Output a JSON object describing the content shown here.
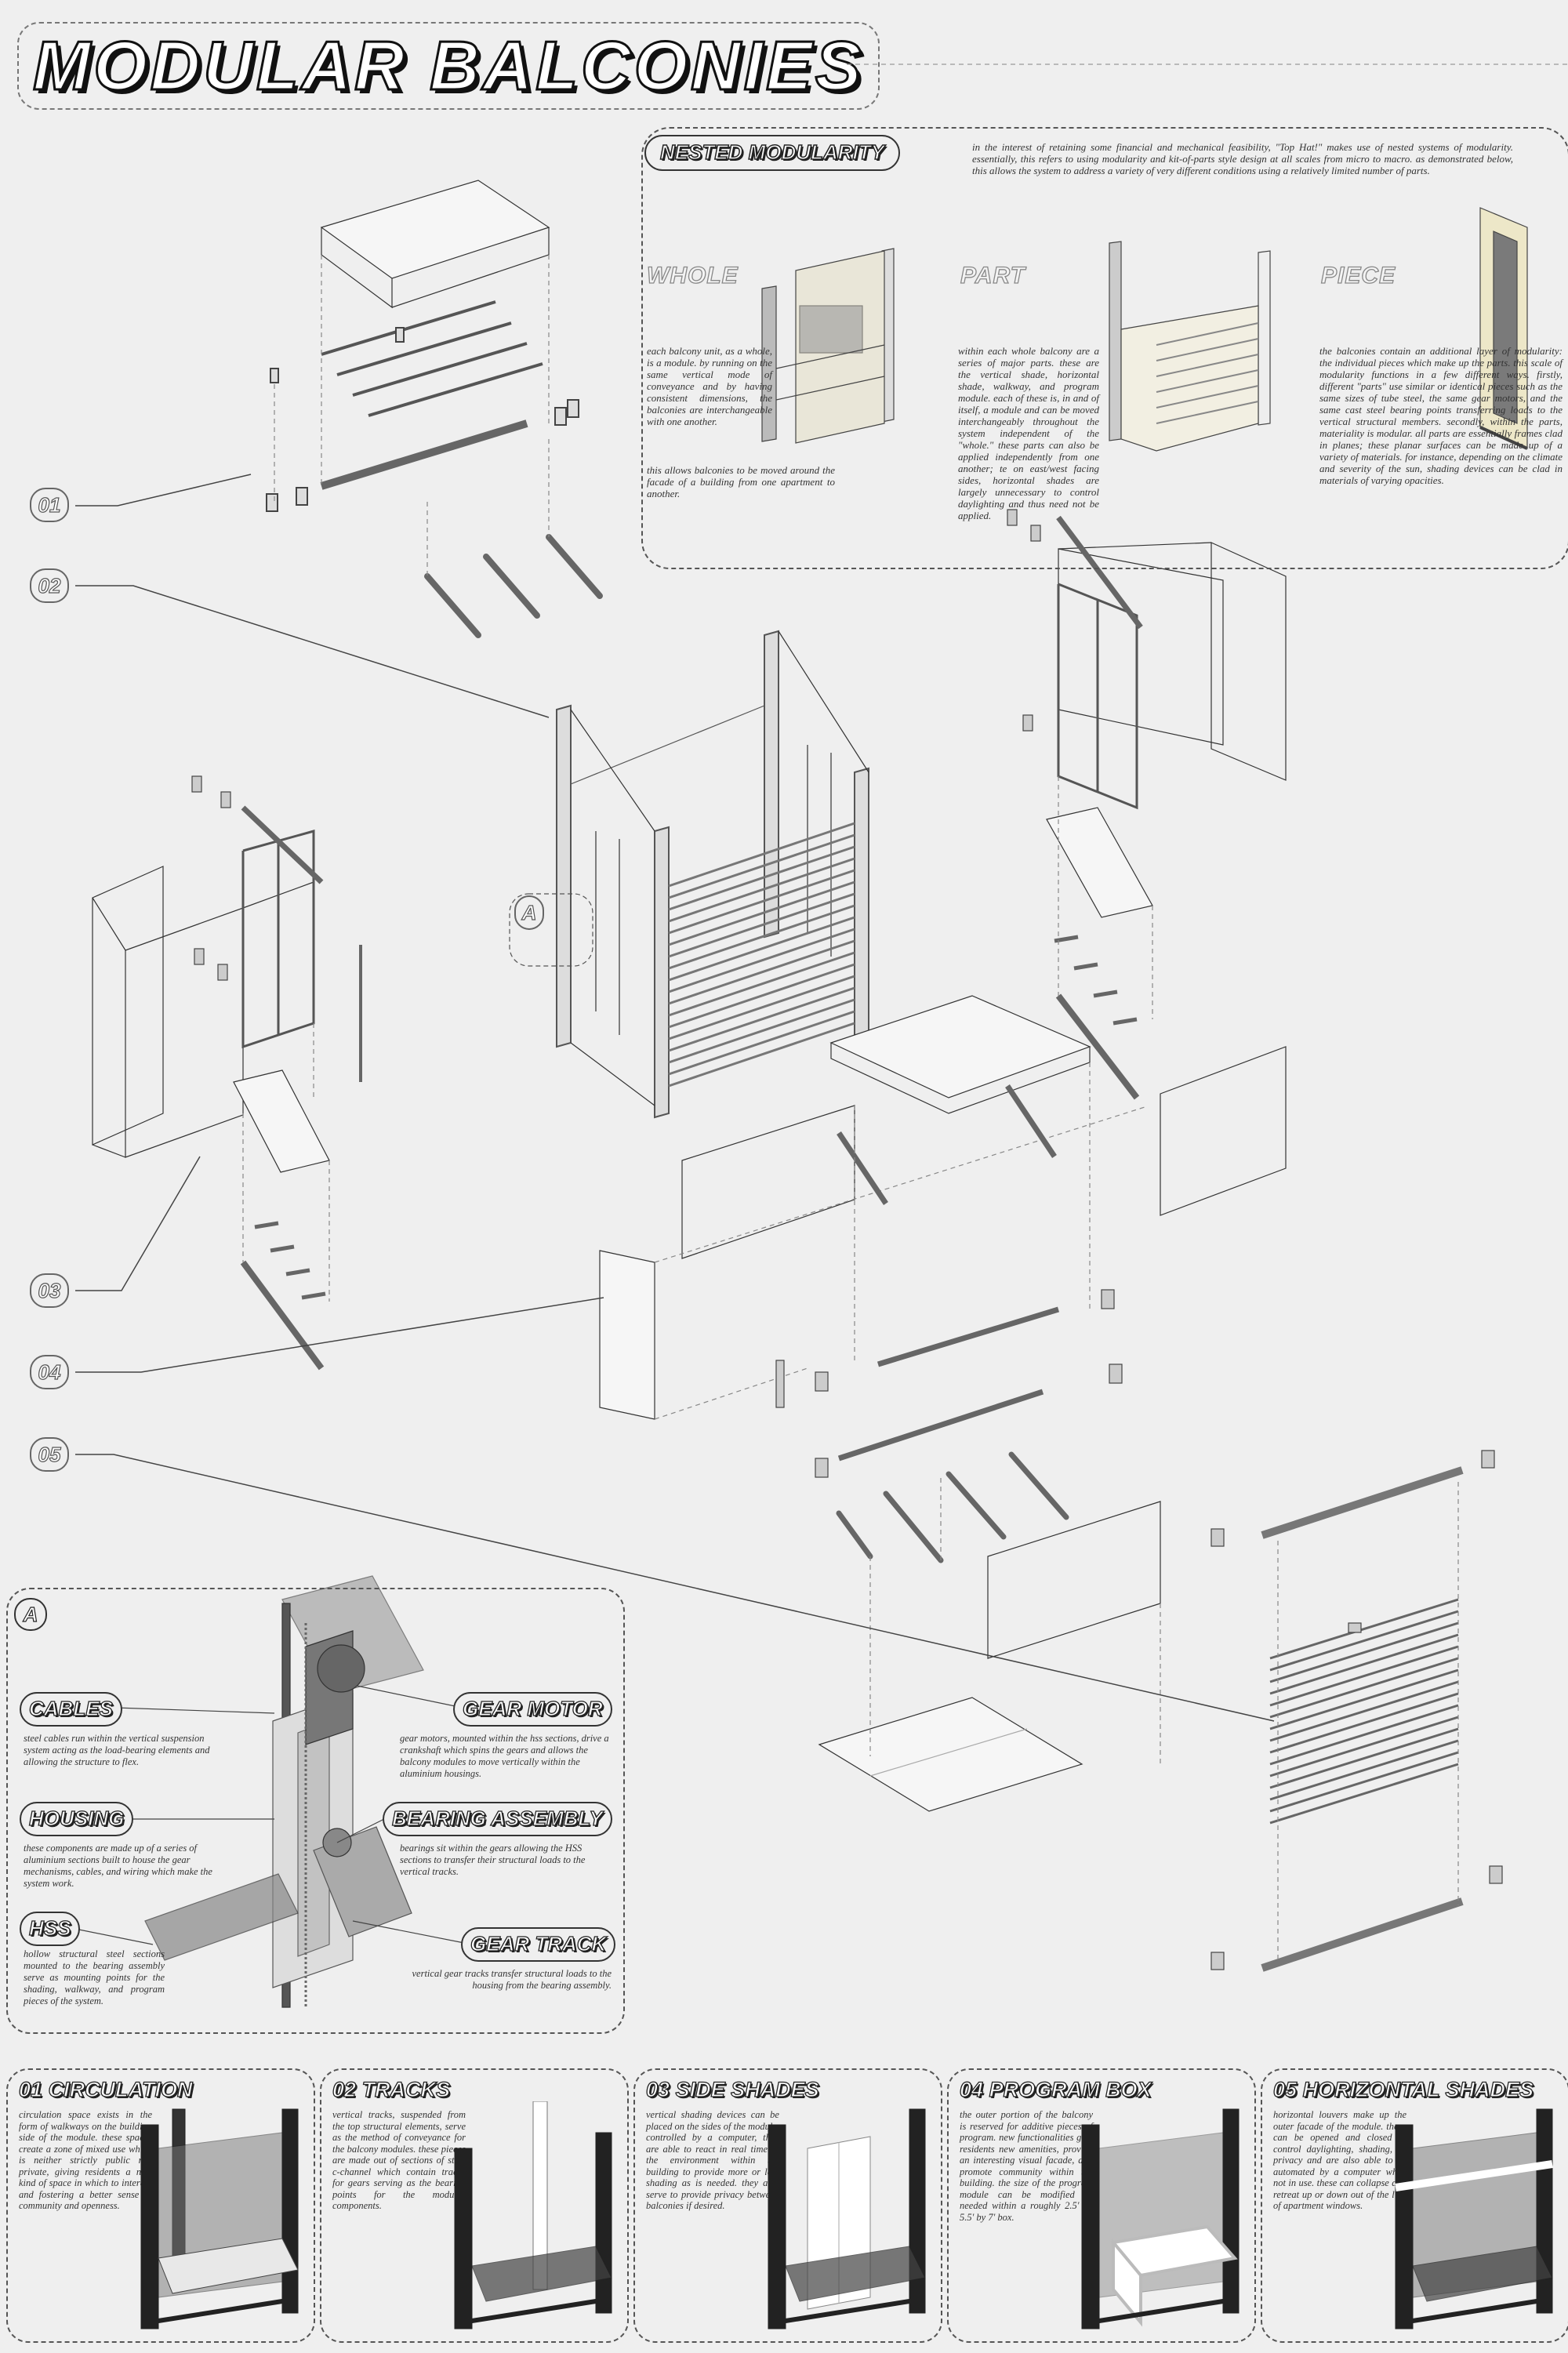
{
  "title": "MODULAR BALCONIES",
  "nested": {
    "heading": "NESTED MODULARITY",
    "intro": "in the interest of retaining some financial and mechanical feasibility, \"Top Hat!\" makes use of nested systems of modularity. essentially, this refers to using modularity and kit-of-parts style design at all scales from micro to macro. as demonstrated below, this allows the system to address a variety of very different conditions using a relatively limited number of parts.",
    "whole_label": "WHOLE",
    "whole_text": "each balcony unit, as a whole, is a module. by running on the same vertical mode of conveyance and by having consistent dimensions, the balconies are interchangeable with one another.",
    "whole_text2": "this allows balconies to be moved around the facade of a building from one apartment to another.",
    "part_label": "PART",
    "part_text": "within each whole balcony are a series of major parts. these are the vertical shade, horizontal shade, walkway, and program module. each of these is, in and of itself, a module and can be moved interchangeably throughout the system independent of the \"whole.\" these parts can also be applied independently from one another; te on east/west facing sides, horizontal shades are largely unnecessary to control daylighting and thus need not be applied.",
    "piece_label": "PIECE",
    "piece_text": "the balconies contain an additional layer of modularity: the individual pieces which make up the parts. this scale of modularity functions in a few different ways. firstly, different \"parts\" use similar or identical pieces such as the same sizes of tube steel, the same gear motors, and the same cast steel bearing points transferring loads to the vertical structural members. secondly, within the parts, materiality is modular. all parts are essentially frames clad in planes; these planar surfaces can be made up of a variety of materials. for instance, depending on the climate and severity of the sun, shading devices can be clad in materials of varying opacities."
  },
  "callouts": [
    "01",
    "02",
    "03",
    "04",
    "05"
  ],
  "detail_marker": "A",
  "detail": {
    "marker": "A",
    "cables_label": "CABLES",
    "cables_text": "steel cables run within the vertical suspension system acting as the load-bearing elements and allowing the structure to flex.",
    "housing_label": "HOUSING",
    "housing_text": "these components are made up of a series of aluminium sections built to house the gear mechanisms, cables, and wiring which make the system work.",
    "hss_label": "HSS",
    "hss_text": "hollow structural steel sections mounted to the bearing assembly serve as mounting points for the shading, walkway, and program pieces of the system.",
    "gear_motor_label": "GEAR MOTOR",
    "gear_motor_text": "gear motors, mounted within the hss sections, drive a crankshaft which spins the gears and allows the balcony modules to move vertically within the aluminium housings.",
    "bearing_label": "BEARING ASSEMBLY",
    "bearing_text": "bearings sit within the gears allowing the HSS sections to transfer their structural loads to the vertical tracks.",
    "gear_track_label": "GEAR TRACK",
    "gear_track_text": "vertical gear tracks transfer structural loads to the housing from the bearing assembly."
  },
  "bottom": [
    {
      "num": "01",
      "name": "CIRCULATION",
      "text": "circulation space exists in the form of walkways on the building side of the module. these spaces create a zone of mixed use which is neither strictly public nor private, giving residents a new kind of space in which to interact and fostering a better sense of community and openness."
    },
    {
      "num": "02",
      "name": "TRACKS",
      "text": "vertical tracks, suspended from the top structural elements, serve as the method of conveyance for the balcony modules. these pieces are made out of sections of steel c-channel which contain tracks for gears serving as the bearing points for the modular components."
    },
    {
      "num": "03",
      "name": "SIDE SHADES",
      "text": "vertical shading devices can be placed on the sides of the module. controlled by a computer, they are able to react in real time to the environment within the building to provide more or less shading as is needed. they also serve to provide privacy between balconies if desired."
    },
    {
      "num": "04",
      "name": "PROGRAM BOX",
      "text": "the outer portion of the balcony is reserved for additive pieces of program. new functionalities give residents new amenities, provide an interesting visual facade, and promote community within the building. the size of the program module can be modified as needed within a roughly 2.5' by 5.5' by 7' box."
    },
    {
      "num": "05",
      "name": "HORIZONTAL SHADES",
      "text": "horizontal louvers make up the outer facade of the module. these can be opened and closed to control daylighting, shading, or privacy and are also able to be automated by a computer when not in use. these can collapse and retreat up or down out of the line of apartment windows."
    }
  ]
}
